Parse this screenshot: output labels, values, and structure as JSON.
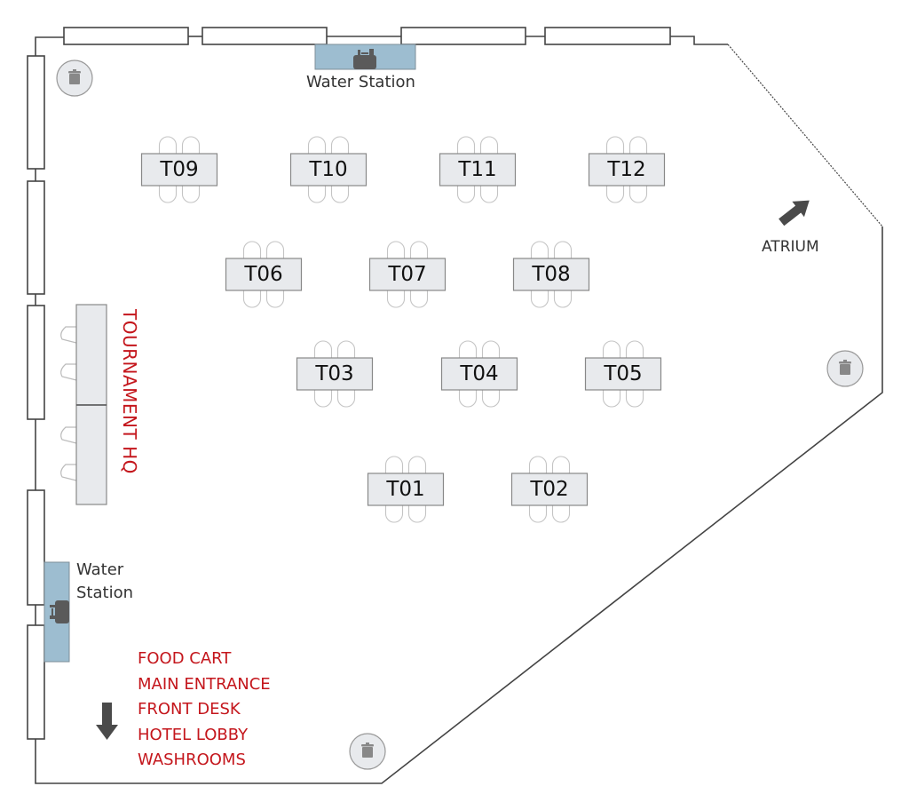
{
  "map": {
    "tables": [
      {
        "id": "T01",
        "label": "T01",
        "row": 4,
        "col": 1
      },
      {
        "id": "T02",
        "label": "T02",
        "row": 4,
        "col": 2
      },
      {
        "id": "T03",
        "label": "T03",
        "row": 3,
        "col": 1
      },
      {
        "id": "T04",
        "label": "T04",
        "row": 3,
        "col": 2
      },
      {
        "id": "T05",
        "label": "T05",
        "row": 3,
        "col": 3
      },
      {
        "id": "T06",
        "label": "T06",
        "row": 2,
        "col": 1
      },
      {
        "id": "T07",
        "label": "T07",
        "row": 2,
        "col": 2
      },
      {
        "id": "T08",
        "label": "T08",
        "row": 2,
        "col": 3
      },
      {
        "id": "T09",
        "label": "T09",
        "row": 1,
        "col": 1
      },
      {
        "id": "T10",
        "label": "T10",
        "row": 1,
        "col": 2
      },
      {
        "id": "T11",
        "label": "T11",
        "row": 1,
        "col": 3
      },
      {
        "id": "T12",
        "label": "T12",
        "row": 1,
        "col": 4
      }
    ],
    "water_station_top": {
      "label": "Water Station"
    },
    "water_station_left": {
      "line1": "Water",
      "line2": "Station"
    },
    "tournament_hq": {
      "label": "TOURNAMENT HQ"
    },
    "atrium": {
      "label": "ATRIUM",
      "icon": "arrow-up-right-icon"
    },
    "exit_directions": {
      "icon": "arrow-down-icon",
      "items": [
        "FOOD CART",
        "MAIN ENTRANCE",
        "FRONT DESK",
        "HOTEL LOBBY",
        "WASHROOMS"
      ]
    },
    "trash_bins": {
      "count": 3,
      "icon": "trash-icon"
    },
    "colors": {
      "wall": "#444444",
      "table_fill": "#e8eaed",
      "water_station": "#9dbdd0",
      "accent_red": "#c4161c",
      "arrow": "#4a4a4a"
    }
  }
}
